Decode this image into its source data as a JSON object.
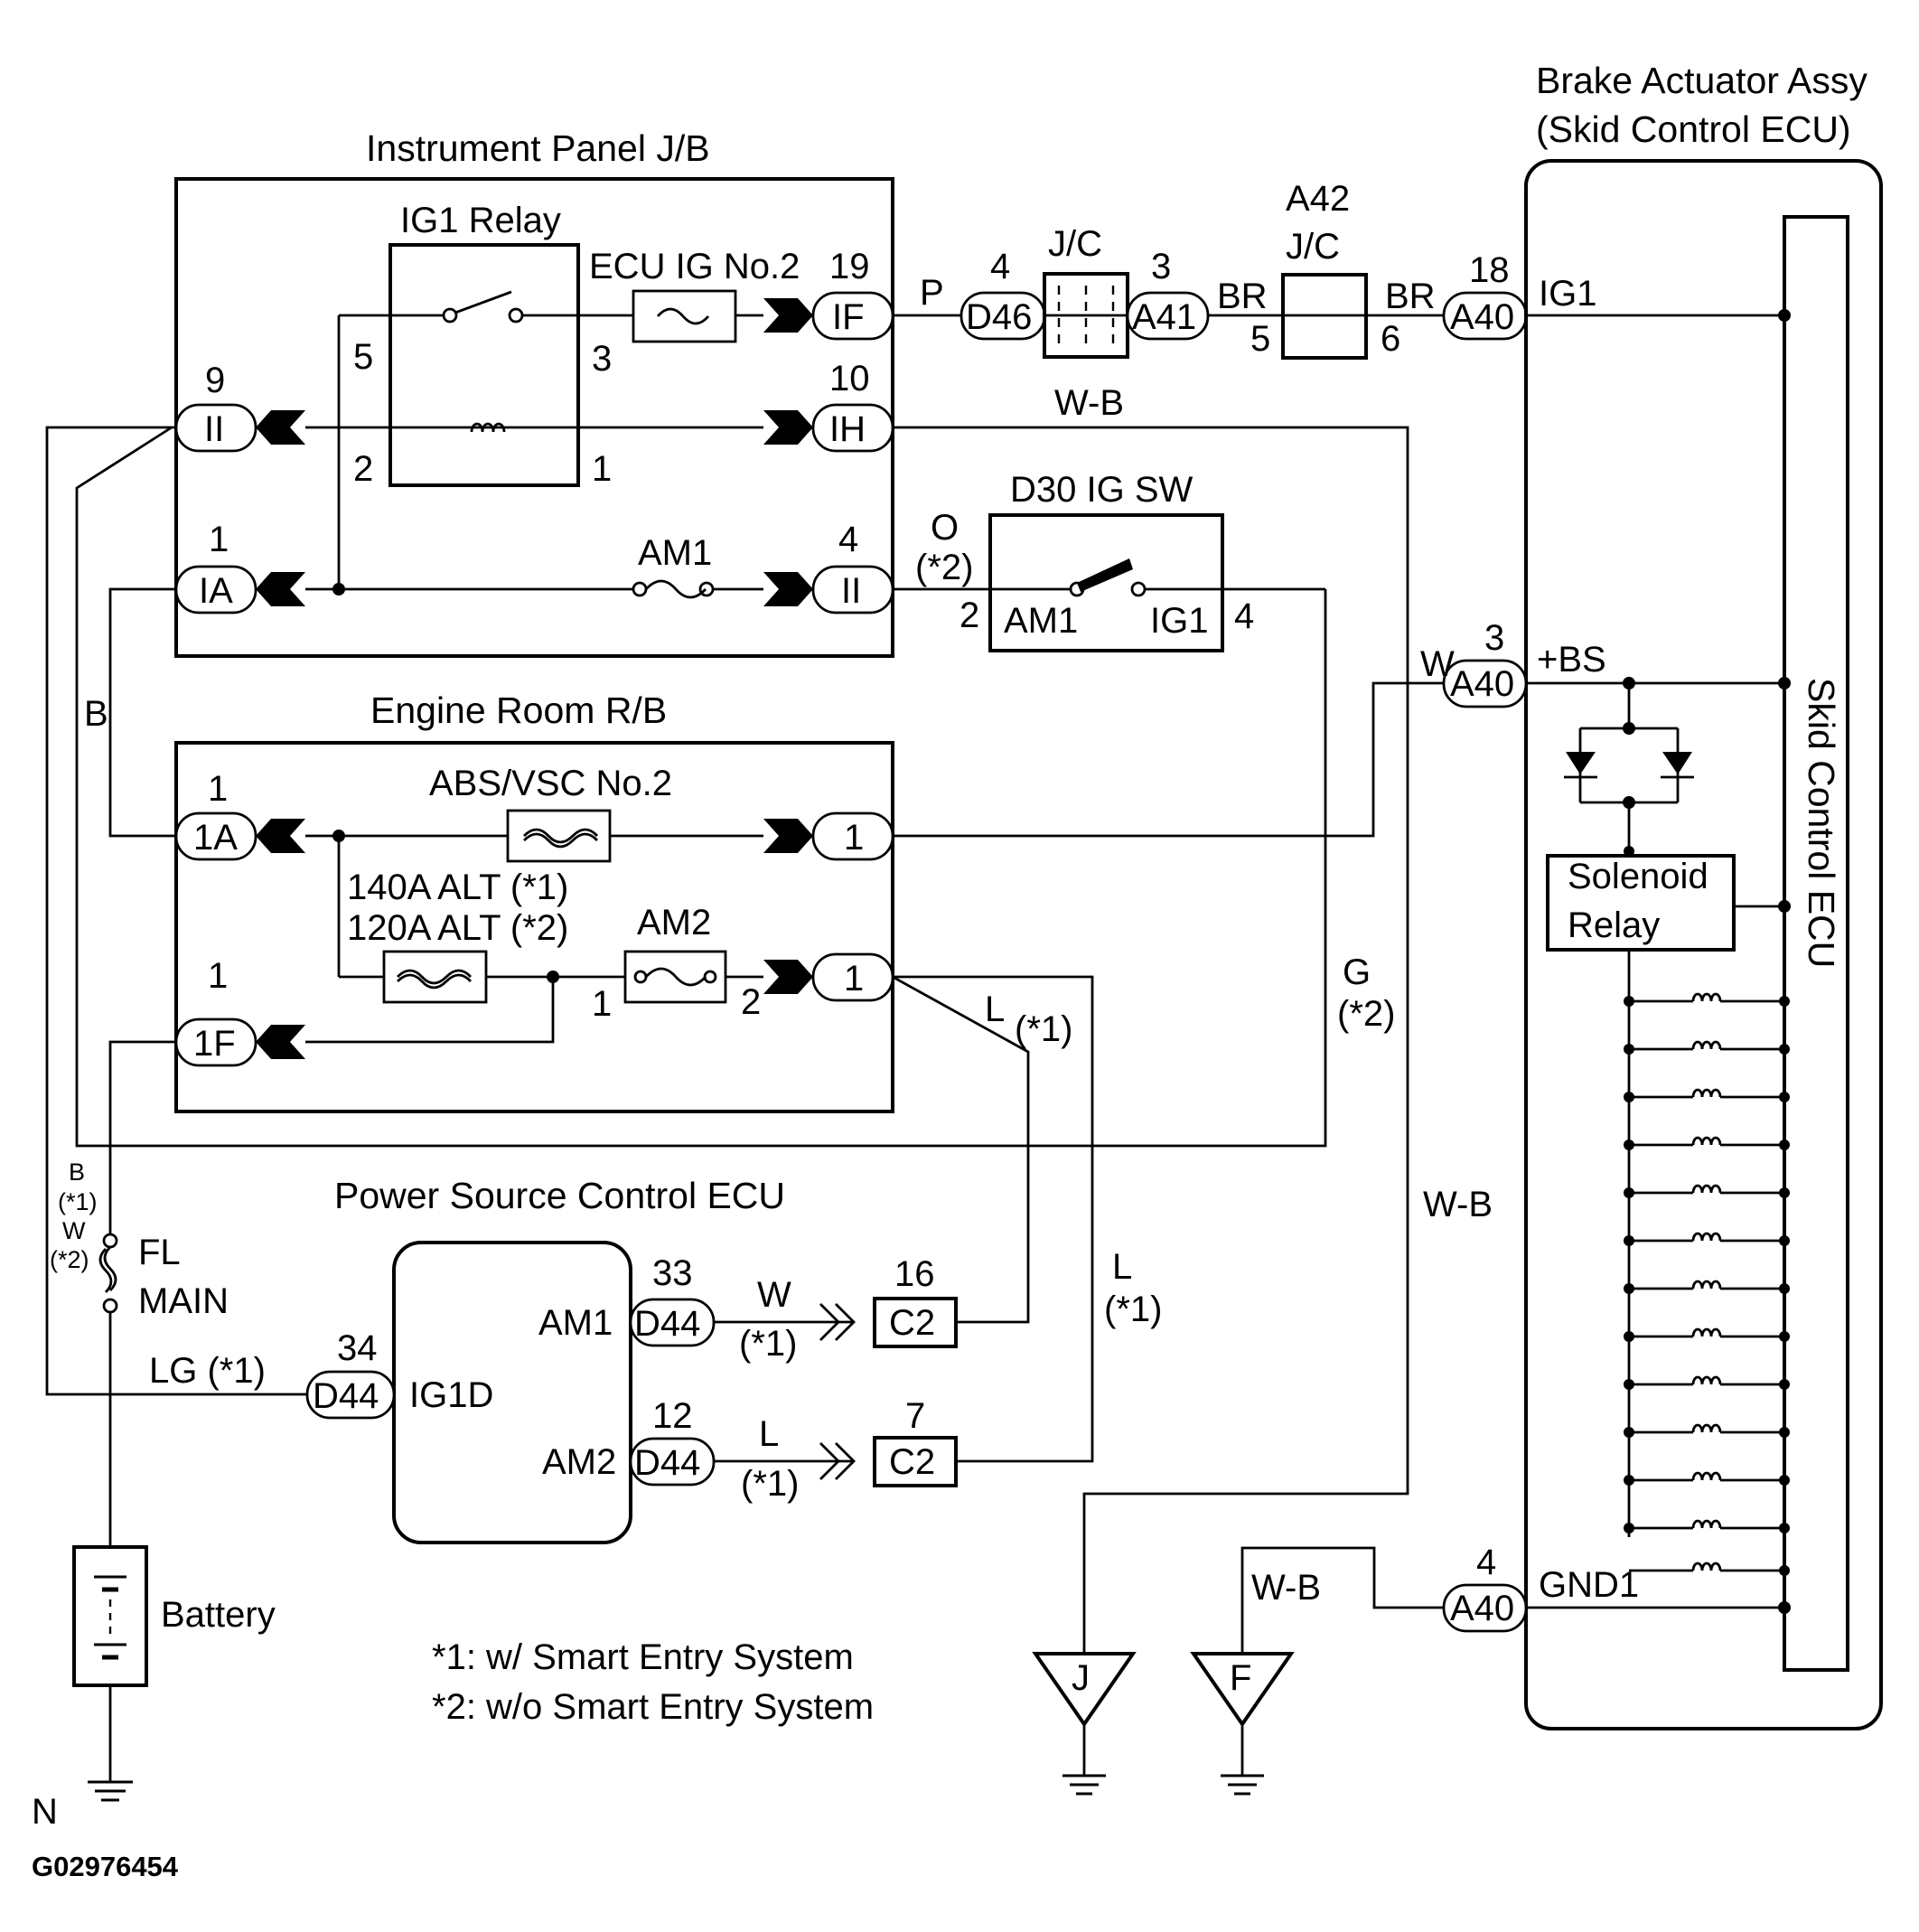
{
  "titles": {
    "instrument_panel_jb": "Instrument Panel J/B",
    "brake_actuator_1": "Brake Actuator Assy",
    "brake_actuator_2": "(Skid Control ECU)",
    "engine_room_rb": "Engine Room R/B",
    "power_source_ecu": "Power Source Control ECU",
    "skid_control_ecu": "Skid Control ECU"
  },
  "components": {
    "ig1_relay": "IG1 Relay",
    "ecu_ig_no2": "ECU IG No.2",
    "am1": "AM1",
    "am2": "AM2",
    "abs_vsc_no2": "ABS/VSC No.2",
    "alt_140": "140A ALT (*1)",
    "alt_120": "120A ALT (*2)",
    "d30_ig_sw": "D30 IG SW",
    "ig_sw_am1": "AM1",
    "ig_sw_ig1": "IG1",
    "jc_1": "J/C",
    "a42": "A42",
    "jc_2": "J/C",
    "solenoid_1": "Solenoid",
    "solenoid_2": "Relay",
    "fl": "FL",
    "main": "MAIN",
    "battery": "Battery",
    "ig1d": "IG1D",
    "ps_am1": "AM1",
    "ps_am2": "AM2"
  },
  "connectors": {
    "ii_top": "II",
    "ia": "IA",
    "if": "IF",
    "ih": "IH",
    "ii_bot": "II",
    "er_1a": "1A",
    "er_1f": "1F",
    "er_1_top": "1",
    "er_1_bot": "1",
    "d46": "D46",
    "a41": "A41",
    "a40_ig1": "A40",
    "a40_bs": "A40",
    "a40_gnd": "A40",
    "d44_lg": "D44",
    "d44_am1": "D44",
    "d44_am2": "D44",
    "c2_16": "C2",
    "c2_7": "C2",
    "gnd_j": "J",
    "gnd_f": "F"
  },
  "pins": {
    "p9": "9",
    "p1_ia": "1",
    "p5": "5",
    "p3": "3",
    "p2": "2",
    "p1_relay": "1",
    "p19": "19",
    "p10": "10",
    "p4_ii": "4",
    "p4_d46": "4",
    "p3_a41": "3",
    "p5_jc": "5",
    "p6_jc": "6",
    "p18_a40": "18",
    "p2_sw": "2",
    "p4_sw": "4",
    "p3_a40": "3",
    "p1_1a": "1",
    "p1_1f": "1",
    "p1_am2": "1",
    "p2_am2": "2",
    "p34": "34",
    "p33": "33",
    "p12": "12",
    "p16": "16",
    "p7": "7",
    "p4_a40": "4"
  },
  "wires": {
    "p": "P",
    "br_1": "BR",
    "br_2": "BR",
    "wb_top": "W-B",
    "o": "O",
    "o_note": "(*2)",
    "w_bs": "W",
    "b_left": "B",
    "b_fl": "B",
    "b_fl_note": "(*1)",
    "w_fl": "W",
    "w_fl_note": "(*2)",
    "l_diag": "L",
    "l_diag_note": "(*1)",
    "g": "G",
    "g_note": "(*2)",
    "wb_mid": "W-B",
    "l_right": "L",
    "l_right_note": "(*1)",
    "lg": "LG (*1)",
    "w_am1": "W",
    "w_am1_note": "(*1)",
    "l_am2": "L",
    "l_am2_note": "(*1)",
    "wb_gnd": "W-B"
  },
  "ecu_pins": {
    "ig1": "IG1",
    "bs": "+BS",
    "gnd1": "GND1"
  },
  "notes": {
    "n1": "*1: w/ Smart Entry System",
    "n2": "*2: w/o Smart Entry System"
  },
  "footer": {
    "n": "N",
    "code": "G02976454"
  }
}
